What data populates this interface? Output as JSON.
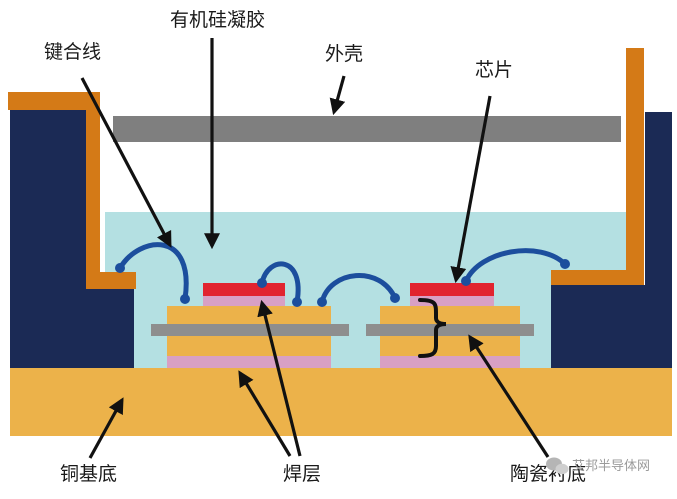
{
  "labels": {
    "silicone_gel": "有机硅凝胶",
    "bond_wire": "键合线",
    "housing": "外壳",
    "chip": "芯片",
    "copper_base": "铜基底",
    "solder_layer": "焊层",
    "ceramic_substrate": "陶瓷衬底"
  },
  "watermark": "艾邦半导体网",
  "colors": {
    "housing_navy": "#1b2a55",
    "housing_orange": "#d47a17",
    "lid_gray": "#7f7f7f",
    "gel": "#b4e0e2",
    "copper": "#ecb24a",
    "chip_red": "#e1242f",
    "solder_pink": "#d8a0c4",
    "ceramic_gray": "#8e8e8e",
    "wire_blue": "#1c4e9d",
    "arrow": "#111111"
  },
  "icons": {
    "watermark": "wechat-icon"
  }
}
